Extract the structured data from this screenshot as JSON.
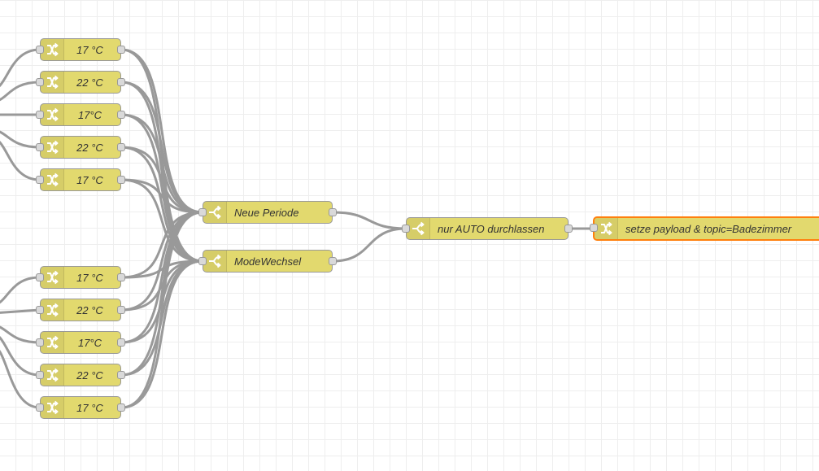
{
  "flow": {
    "change_nodes": [
      {
        "label": "17 °C"
      },
      {
        "label": "22 °C"
      },
      {
        "label": "17°C"
      },
      {
        "label": "22 °C"
      },
      {
        "label": "17 °C"
      },
      {
        "label": "17 °C"
      },
      {
        "label": "22 °C"
      },
      {
        "label": "17°C"
      },
      {
        "label": "22 °C"
      },
      {
        "label": "17 °C"
      }
    ],
    "switch_nodes": {
      "neue_periode": "Neue Periode",
      "mode_wechsel": "ModeWechsel",
      "nur_auto": "nur AUTO durchlassen"
    },
    "final_node": {
      "label": "setze payload & topic=Badezimmer",
      "selected": true,
      "selection_color": "#ff7f0e"
    },
    "node_color": "#e2d96e",
    "wire_color": "#999999"
  }
}
